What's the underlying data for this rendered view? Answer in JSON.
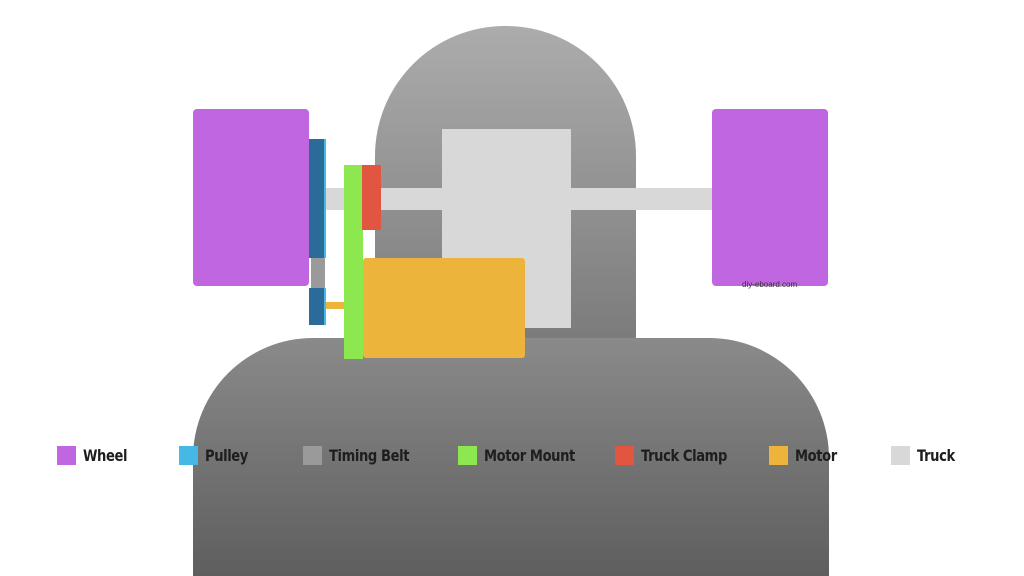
{
  "watermark": "diy-eboard.com",
  "colors": {
    "wheel": "#c066e0",
    "pulley": "#46b8e6",
    "timing_belt": "#9a9a9a",
    "motor_mount": "#8ce84e",
    "truck_clamp": "#e25540",
    "motor": "#ecb43a",
    "truck": "#d8d8d8"
  },
  "legend": [
    {
      "label": "Wheel",
      "color": "#c066e0"
    },
    {
      "label": "Pulley",
      "color": "#46b8e6"
    },
    {
      "label": "Timing Belt",
      "color": "#9a9a9a"
    },
    {
      "label": "Motor Mount",
      "color": "#8ce84e"
    },
    {
      "label": "Truck Clamp",
      "color": "#e25540"
    },
    {
      "label": "Motor",
      "color": "#ecb43a"
    },
    {
      "label": "Truck",
      "color": "#d8d8d8"
    }
  ]
}
